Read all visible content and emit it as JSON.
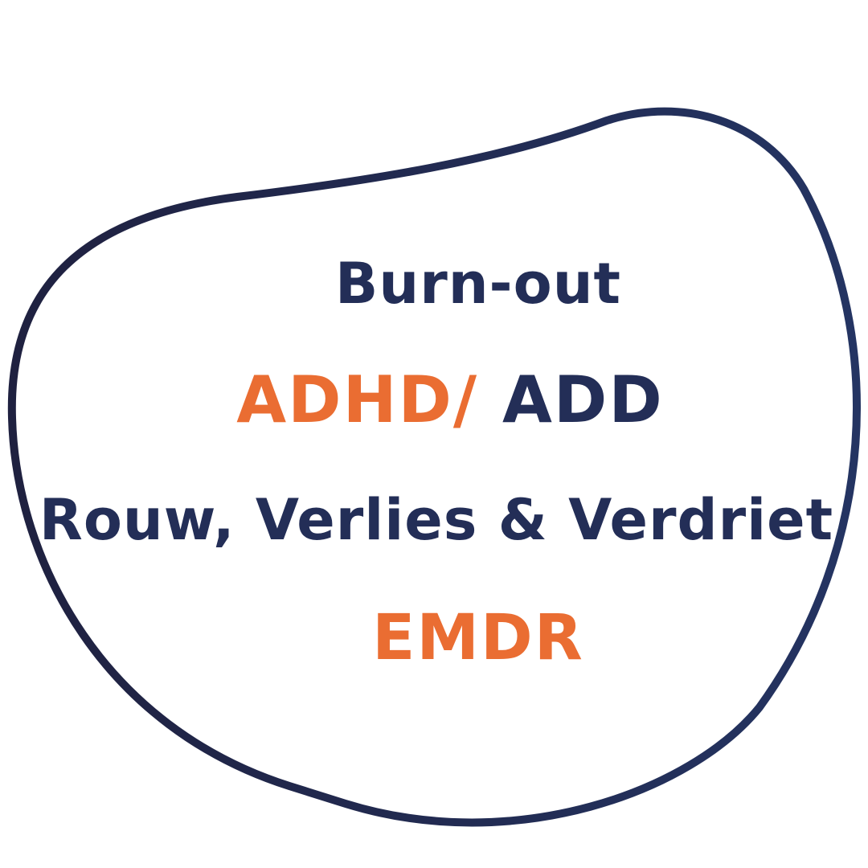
{
  "colors": {
    "navy": "#232e57",
    "orange": "#ea6d32",
    "outline": "#232e57",
    "background": "#ffffff"
  },
  "lines": [
    {
      "parts": [
        {
          "text": "Burn-out",
          "color": "navy"
        }
      ]
    },
    {
      "parts": [
        {
          "text": "ADHD/",
          "color": "orange"
        },
        {
          "text": " ADD",
          "color": "navy"
        }
      ]
    },
    {
      "parts": [
        {
          "text": "Rouw, Verlies & Verdriet",
          "color": "navy"
        }
      ]
    },
    {
      "parts": [
        {
          "text": "EMDR",
          "color": "orange"
        }
      ]
    }
  ]
}
